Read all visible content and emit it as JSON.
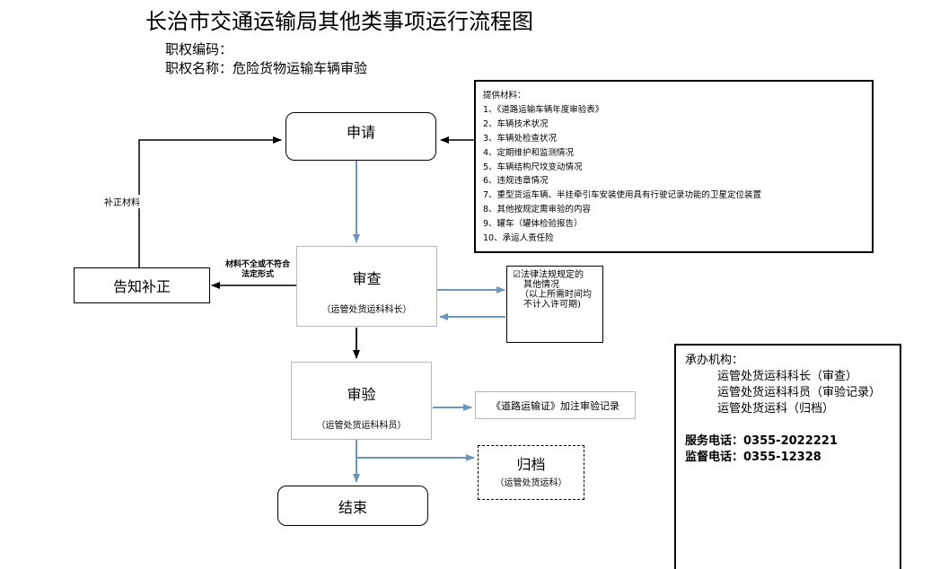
{
  "title": "长治市交通运输局其他类事项运行流程图",
  "authority_code_label": "职权编码：",
  "authority_name_label": "职权名称：",
  "authority_name_value": "危险货物运输车辆审验",
  "nodes": {
    "apply": "申请",
    "review": "审查",
    "review_sub": "（运管处货运科科长）",
    "inspect": "审验",
    "inspect_sub": "（运管处货运科科员）",
    "end": "结束",
    "notify": "告知补正",
    "archive": "归档",
    "archive_sub": "（运管处货运科）",
    "record": "《道路运输证》加注审验记录",
    "legal_note_1": "☑法律法规规定的",
    "legal_note_2": "其他情况",
    "legal_note_3": "（以上所需时间均",
    "legal_note_4": "不计入许可期)"
  },
  "edge_labels": {
    "resubmit": "补正材料",
    "incomplete_1": "材料不全或不符合",
    "incomplete_2": "法定形式"
  },
  "materials": {
    "heading": "提供材料：",
    "items": [
      "1、《道路运输车辆年度审验表》",
      "2、车辆技术状况",
      "3、车辆处检查状况",
      "4、定期维护和监测情况",
      "5、车辆结构尺坟变动情况",
      "6、违规违章情况",
      "7、重型货运车辆、半挂牵引车安装使用具有行驶记录功能的卫星定位装置",
      "8、其他按规定需审验的内容",
      "9、罐车（罐体检验报告）",
      "10、承运人责任险"
    ]
  },
  "org": {
    "heading": "承办机构：",
    "lines": [
      "运管处货运科科长（审查）",
      "运管处货运科科员（审验记录）",
      "运管处货运科（归档）"
    ],
    "service_phone": "服务电话：0355-2022221",
    "supervise_phone": "监督电话：0355-12328"
  },
  "colors": {
    "flow_blue": "#6d95bd",
    "line_black": "#000000",
    "box_grey": "#b8b8b8"
  }
}
